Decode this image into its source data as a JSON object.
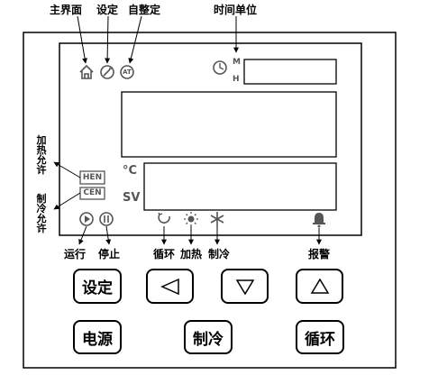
{
  "top_labels": {
    "home": "主界面",
    "settings": "设定",
    "auto_tune": "自整定",
    "time_unit": "时间单位"
  },
  "side_labels": {
    "heat_enable": "加热允许",
    "cool_enable": "制冷允许"
  },
  "indicators": {
    "hen": "HEN",
    "cen": "CEN",
    "unit_c": "°C",
    "sv": "SV",
    "time_m": "M",
    "time_h": "H",
    "auto_tune_icon_text": "AT"
  },
  "bottom_labels": {
    "run": "运行",
    "stop": "停止",
    "circulate": "循环",
    "heat": "加热",
    "cool": "制冷",
    "alarm": "报警"
  },
  "buttons": {
    "set": "设定",
    "left": "◀",
    "down": "▼",
    "up": "▲",
    "power": "电源",
    "cool": "制冷",
    "circulate": "循环"
  },
  "icons": {
    "home": "home-icon",
    "settings": "wrench-icon",
    "auto_tune": "at-icon",
    "clock": "clock-icon",
    "run": "play-icon",
    "stop": "pause-icon",
    "circulate": "cycle-icon",
    "heat": "sun-icon",
    "cool": "snowflake-icon",
    "alarm": "bell-icon"
  }
}
